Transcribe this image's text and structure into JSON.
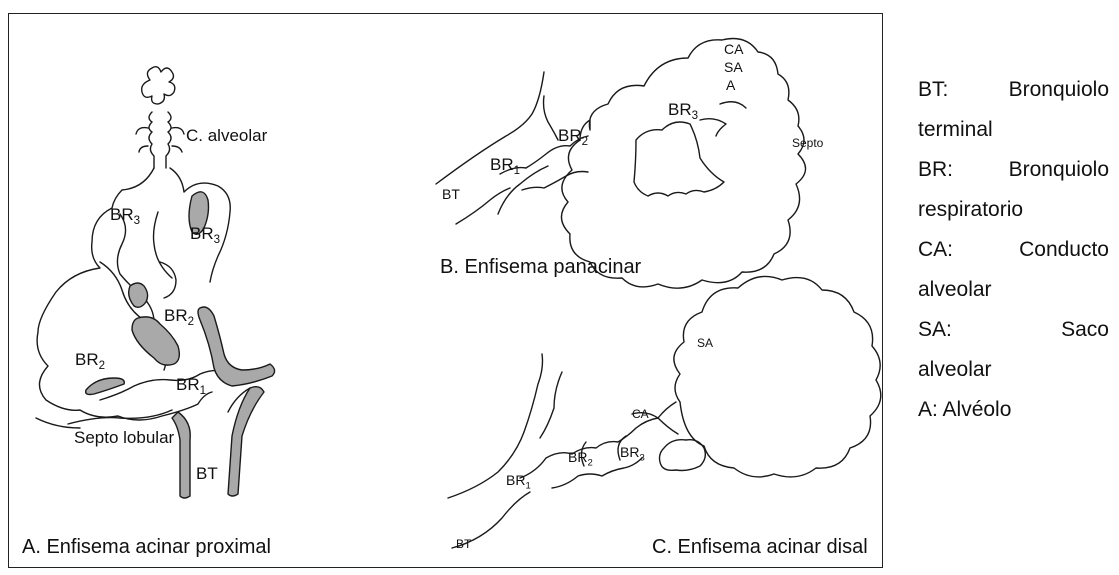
{
  "panel_a": {
    "caption": "A. Enfisema acinar proximal",
    "labels": {
      "c_alveolar": "C. alveolar",
      "br3_top_base": "BR",
      "br3_top_sub": "3",
      "br3_right_base": "BR",
      "br3_right_sub": "3",
      "br2_mid_base": "BR",
      "br2_mid_sub": "2",
      "br2_left_base": "BR",
      "br2_left_sub": "2",
      "br1_base": "BR",
      "br1_sub": "1",
      "septo_lobular": "Septo lobular",
      "bt": "BT"
    }
  },
  "panel_b": {
    "caption": "B. Enfisema panacinar",
    "labels": {
      "bt": "BT",
      "br1_base": "BR",
      "br1_sub": "1",
      "br2_base": "BR",
      "br2_sub": "2",
      "br3_base": "BR",
      "br3_sub": "3",
      "ca": "CA",
      "sa": "SA",
      "a": "A",
      "septo": "Septo"
    }
  },
  "panel_c": {
    "caption": "C. Enfisema acinar disal",
    "labels": {
      "bt": "BT",
      "br1_base": "BR",
      "br1_sub": "1",
      "br2_base": "BR",
      "br2_sub": "2",
      "br3_base": "BR",
      "br3_sub": "3",
      "ca": "CA",
      "sa": "SA"
    }
  },
  "legend": {
    "bt_1": "BT:",
    "bt_2": "Bronquiolo",
    "bt_3": "terminal",
    "br_1": "BR:",
    "br_2": "Bronquiolo",
    "br_3": "respiratorio",
    "ca_1": "CA:",
    "ca_2": "Conducto",
    "ca_3": "alveolar",
    "sa_1": "SA:",
    "sa_2": "Saco",
    "sa_3": "alveolar",
    "a_line": "A: Alvéolo"
  },
  "colors": {
    "shading": "#a9a9a9",
    "stroke": "#1a1a1a"
  }
}
